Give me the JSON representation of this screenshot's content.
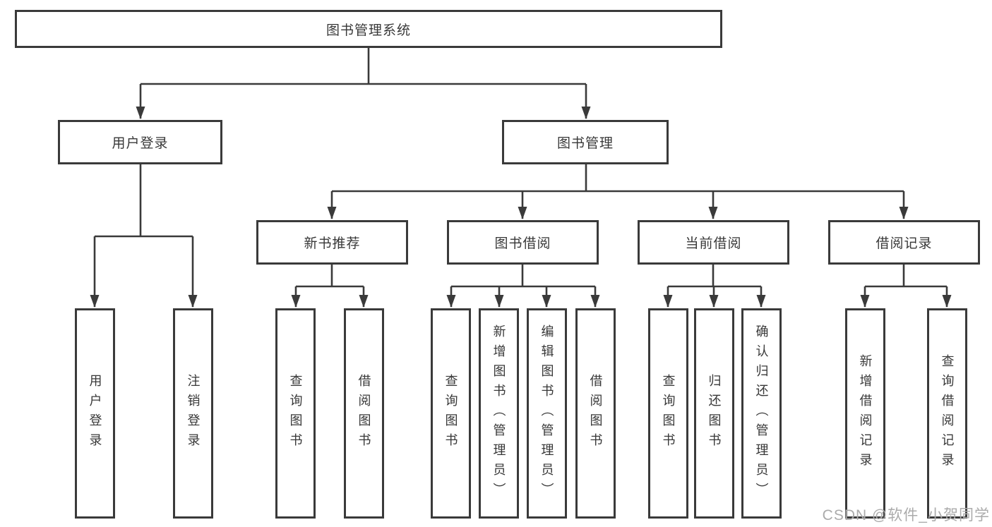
{
  "diagram": {
    "root": {
      "label": "图书管理系统"
    },
    "branches": [
      {
        "label": "用户登录",
        "children": [
          {
            "label": "用户登录"
          },
          {
            "label": "注销登录"
          }
        ]
      },
      {
        "label": "图书管理",
        "children": [
          {
            "label": "新书推荐",
            "children": [
              {
                "label": "查询图书"
              },
              {
                "label": "借阅图书"
              }
            ]
          },
          {
            "label": "图书借阅",
            "children": [
              {
                "label": "查询图书"
              },
              {
                "label": "新增图书（管理员）"
              },
              {
                "label": "编辑图书（管理员）"
              },
              {
                "label": "借阅图书"
              }
            ]
          },
          {
            "label": "当前借阅",
            "children": [
              {
                "label": "查询图书"
              },
              {
                "label": "归还图书"
              },
              {
                "label": "确认归还（管理员）"
              }
            ]
          },
          {
            "label": "借阅记录",
            "children": [
              {
                "label": "新增借阅记录"
              },
              {
                "label": "查询借阅记录"
              }
            ]
          }
        ]
      }
    ]
  },
  "watermark": {
    "text": "CSDN @软件_小贺同学"
  },
  "colors": {
    "line": "#3a3a3a",
    "border": "#3a3a3a",
    "text": "#383838",
    "watermark": "#ababab",
    "background": "#ffffff"
  }
}
